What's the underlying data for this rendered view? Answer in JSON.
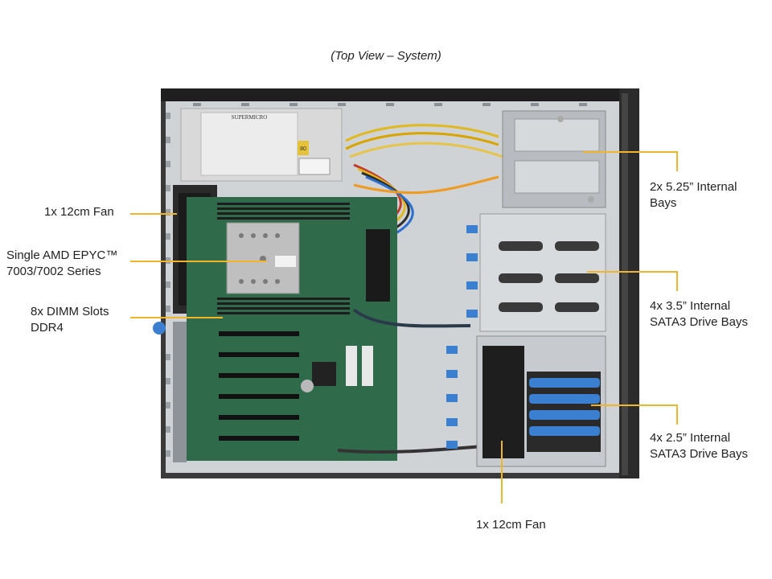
{
  "caption": "(Top View – System)",
  "callouts": {
    "fan_left": "1x 12cm Fan",
    "cpu_line1": "Single AMD EPYC™",
    "cpu_line2": "7003/7002 Series",
    "dimm_line1": "8x DIMM Slots",
    "dimm_line2": "DDR4",
    "bays525_line1": "2x 5.25” Internal",
    "bays525_line2": "Bays",
    "bays35_line1": "4x 3.5” Internal",
    "bays35_line2": "SATA3 Drive Bays",
    "bays25_line1": "4x 2.5” Internal",
    "bays25_line2": "SATA3 Drive Bays",
    "fan_bottom": "1x 12cm Fan"
  },
  "psu_label": {
    "brand": "SUPERMICRO",
    "badge": "80"
  },
  "colors": {
    "callout": "#f2b52a",
    "chassis": "#2b2b2b",
    "tray": "#cfd3d6",
    "motherboard": "#2f6b4a",
    "drive_tab": "#3a7fd0",
    "psu": "#d9d9d9"
  }
}
